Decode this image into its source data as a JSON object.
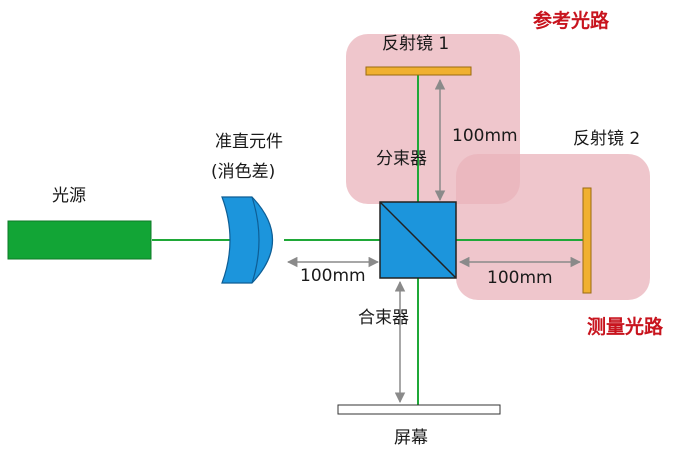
{
  "labels": {
    "light_source": "光源",
    "collimator_line1": "准直元件",
    "collimator_line2": "(消色差)",
    "beam_splitter": "分束器",
    "beam_combiner": "合束器",
    "mirror1": "反射镜 1",
    "mirror2": "反射镜 2",
    "screen": "屏幕",
    "reference_path": "参考光路",
    "measurement_path": "测量光路",
    "dist_reference": "100mm",
    "dist_collimator": "100mm",
    "dist_measurement": "100mm"
  },
  "colors": {
    "source": "#12a536",
    "beam": "#1fa838",
    "lens": "#1c95dc",
    "mirror": "#f0b030",
    "region": "#e9b3bb",
    "title_red": "#c8141e"
  }
}
